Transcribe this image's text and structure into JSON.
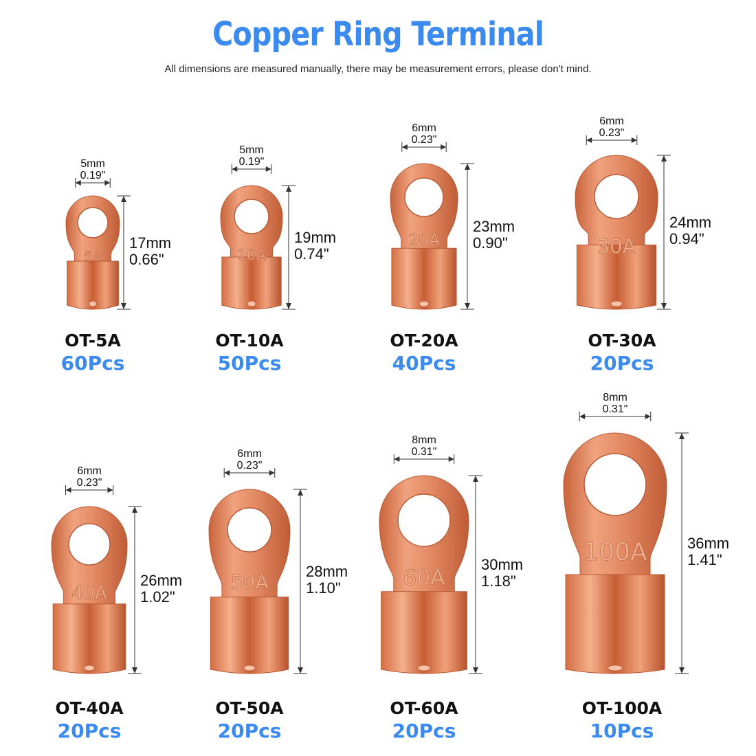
{
  "title": "Copper Ring Terminal",
  "subtitle": "All dimensions are measured manually, there may be measurement errors, please don't mind.",
  "colors": {
    "accent": "#3b8af0",
    "copper": "#e08a63",
    "copper_dark": "#b85a36"
  },
  "terminals": [
    {
      "model": "OT-5A",
      "pcs": "60Pcs",
      "stamp": "5A",
      "width_mm": "5mm",
      "width_in": "0.19\"",
      "length_mm": "17mm",
      "length_in": "0.66\""
    },
    {
      "model": "OT-10A",
      "pcs": "50Pcs",
      "stamp": "10A",
      "width_mm": "5mm",
      "width_in": "0.19\"",
      "length_mm": "19mm",
      "length_in": "0.74\""
    },
    {
      "model": "OT-20A",
      "pcs": "40Pcs",
      "stamp": "20A",
      "width_mm": "6mm",
      "width_in": "0.23\"",
      "length_mm": "23mm",
      "length_in": "0.90\""
    },
    {
      "model": "OT-30A",
      "pcs": "20Pcs",
      "stamp": "30A",
      "width_mm": "6mm",
      "width_in": "0.23\"",
      "length_mm": "24mm",
      "length_in": "0.94\""
    },
    {
      "model": "OT-40A",
      "pcs": "20Pcs",
      "stamp": "40A",
      "width_mm": "6mm",
      "width_in": "0.23\"",
      "length_mm": "26mm",
      "length_in": "1.02\""
    },
    {
      "model": "OT-50A",
      "pcs": "20Pcs",
      "stamp": "50A",
      "width_mm": "6mm",
      "width_in": "0.23\"",
      "length_mm": "28mm",
      "length_in": "1.10\""
    },
    {
      "model": "OT-60A",
      "pcs": "20Pcs",
      "stamp": "60A",
      "width_mm": "8mm",
      "width_in": "0.31\"",
      "length_mm": "30mm",
      "length_in": "1.18\""
    },
    {
      "model": "OT-100A",
      "pcs": "10Pcs",
      "stamp": "100A",
      "width_mm": "8mm",
      "width_in": "0.31\"",
      "length_mm": "36mm",
      "length_in": "1.41\""
    }
  ]
}
